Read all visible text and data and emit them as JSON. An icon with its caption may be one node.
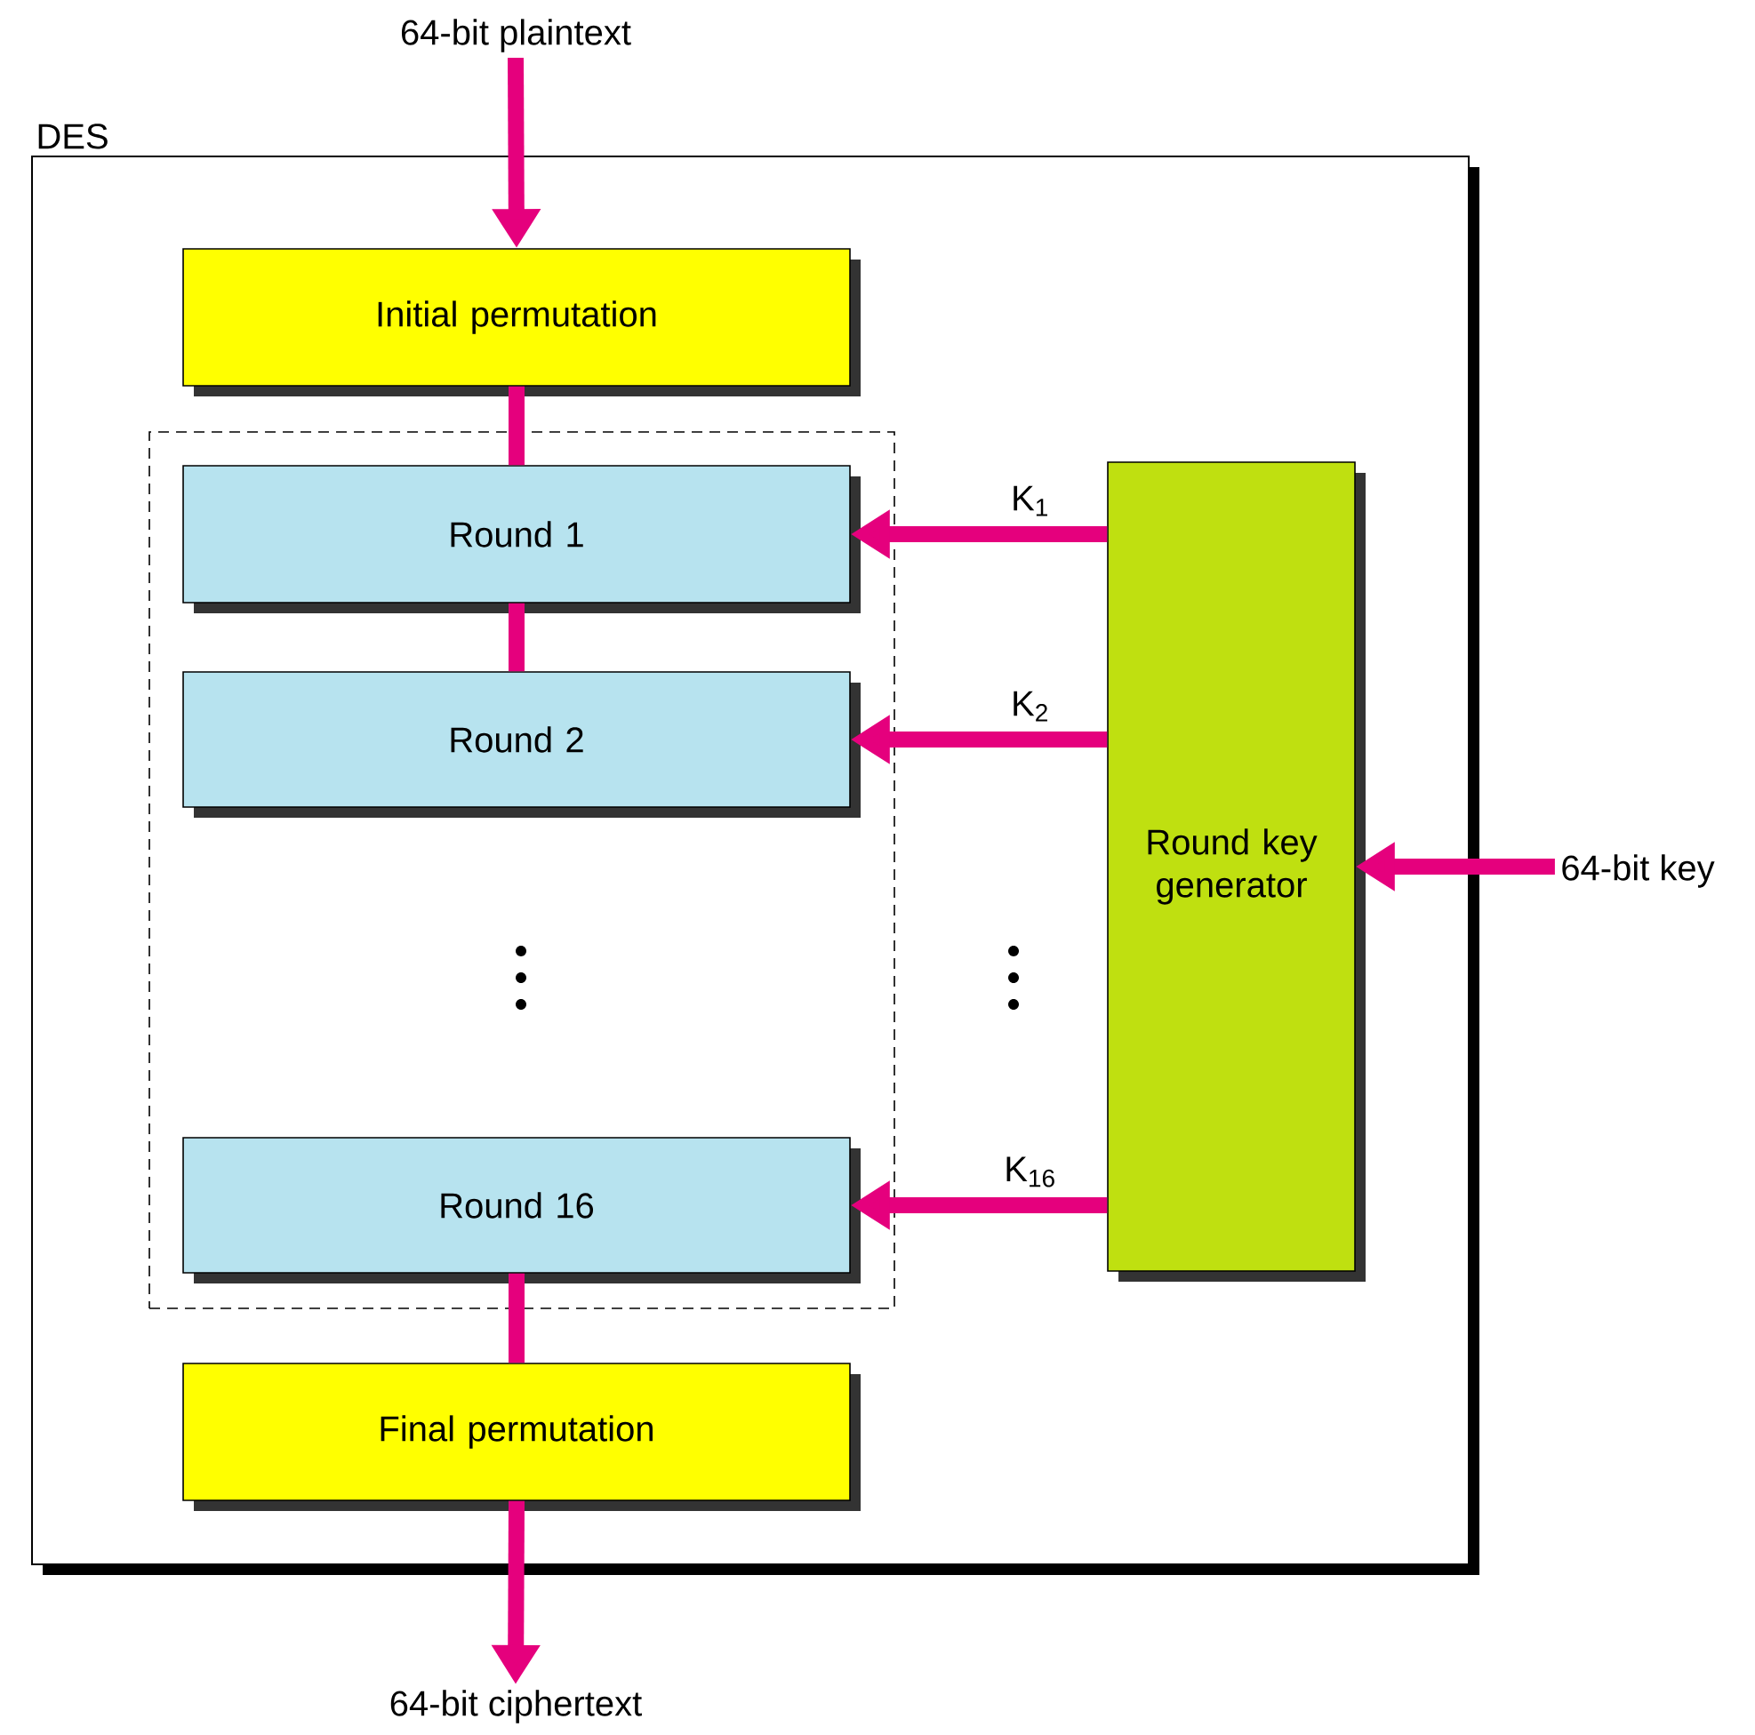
{
  "diagram": {
    "nodes": [
      {
        "text": [
          "DES"
        ]
      },
      {
        "text": [
          "64-bit plaintext"
        ]
      },
      {
        "text": [
          "Initial permutation"
        ],
        "in": 0
      },
      {
        "text": [],
        "shape": "box",
        "in": 0
      },
      {
        "text": [
          "Round 1"
        ],
        "in": 3
      },
      {
        "text": [
          "Round 2"
        ],
        "in": 3
      },
      {
        "text": [
          "Round 16"
        ],
        "in": 3
      },
      {
        "text": [
          "Final permutation"
        ],
        "in": 0
      },
      {
        "text": [
          "Round key generator"
        ],
        "in": 0
      },
      {
        "text": [
          "64-bit key"
        ]
      },
      {
        "text": [
          "64-bit ciphertext"
        ]
      }
    ],
    "edges": [
      {
        "from": 1,
        "to": 2,
        "arrow": "to"
      },
      {
        "from": 2,
        "to": 4,
        "arrow": "none"
      },
      {
        "from": 4,
        "to": 5,
        "arrow": "none"
      },
      {
        "from": 6,
        "to": 7,
        "arrow": "none"
      },
      {
        "from": 7,
        "to": 10,
        "arrow": "to"
      },
      {
        "from": 9,
        "to": 8,
        "arrow": "to"
      },
      {
        "from": 8,
        "to": 4,
        "arrow": "to",
        "label": "K$_{1}$"
      },
      {
        "from": 8,
        "to": 5,
        "arrow": "to",
        "label": "K$_{2}$"
      },
      {
        "from": 8,
        "to": 6,
        "arrow": "to",
        "label": "K$_{16}$"
      }
    ]
  }
}
